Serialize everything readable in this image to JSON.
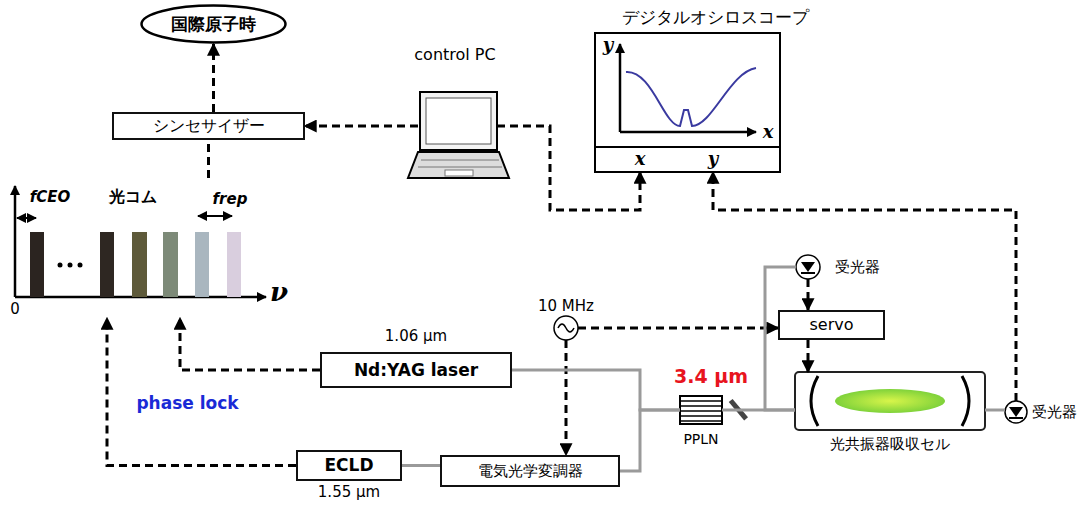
{
  "diagram": {
    "nodes": [
      {
        "text": [
          "国際原子時"
        ]
      },
      {
        "text": [
          "シンセサイザー"
        ]
      },
      {
        "text": [
          "control PC"
        ]
      },
      {
        "text": [
          "デジタルオシロスコープ"
        ]
      },
      {
        "text": [
          "光コム"
        ]
      },
      {
        "text": [
          "1.06 μm",
          "Nd:YAG laser"
        ]
      },
      {
        "text": [
          "10 MHz"
        ]
      },
      {
        "text": [
          "ECLD",
          "1.55 μm"
        ]
      },
      {
        "text": [
          "電気光学変調器"
        ]
      },
      {
        "text": [
          "PPLN"
        ]
      },
      {
        "text": [
          "受光器"
        ]
      },
      {
        "text": [
          "servo"
        ]
      },
      {
        "text": [
          "光共振器吸収セル"
        ]
      },
      {
        "text": [
          "受光器"
        ]
      }
    ],
    "edges": [
      {
        "from": 1,
        "to": 0,
        "arrow": "to"
      },
      {
        "from": 2,
        "to": 1,
        "arrow": "to"
      },
      {
        "from": 2,
        "to": 3,
        "arrow": "to"
      },
      {
        "from": 4,
        "to": 1,
        "arrow": "none"
      },
      {
        "from": 5,
        "to": 4,
        "arrow": "to"
      },
      {
        "from": 7,
        "to": 4,
        "label": "phase lock",
        "arrow": "to"
      },
      {
        "from": 6,
        "to": 11,
        "arrow": "to"
      },
      {
        "from": 6,
        "to": 8,
        "arrow": "to"
      },
      {
        "from": 10,
        "to": 11,
        "arrow": "to"
      },
      {
        "from": 11,
        "to": 12,
        "arrow": "to"
      },
      {
        "from": 13,
        "to": 3,
        "arrow": "to"
      },
      {
        "from": 7,
        "to": 8,
        "arrow": "none"
      },
      {
        "from": 5,
        "to": 9,
        "arrow": "none"
      },
      {
        "from": 8,
        "to": 9,
        "arrow": "none"
      },
      {
        "from": 9,
        "to": 12,
        "arrow": "none"
      },
      {
        "from": 12,
        "to": 10,
        "arrow": "none"
      },
      {
        "from": 12,
        "to": 13,
        "arrow": "none"
      }
    ],
    "labels": [
      "fCEO",
      "frep",
      "0",
      "ν",
      "y",
      "x",
      "x",
      "y",
      "3.4 μm"
    ]
  }
}
